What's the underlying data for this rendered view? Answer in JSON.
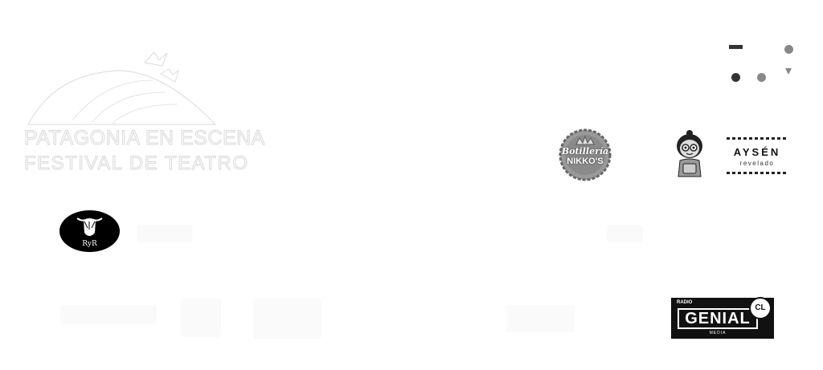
{
  "logos": {
    "festival": {
      "line1": "PATAGONIA EN ESCENA",
      "line2": "FESTIVAL DE TEATRO",
      "birds_icon": "birds-icon",
      "building_icon": "theater-building-icon"
    },
    "botilleria": {
      "line1": "Botillería",
      "line2": "NIKKO'S",
      "icon": "crown-bottle-cap-icon"
    },
    "aysen": {
      "line1": "AYSÉN",
      "line2": "revelado",
      "icon": "film-strip-icon"
    },
    "character": {
      "icon": "cartoon-girl-icon"
    },
    "ryr": {
      "text": "RyR",
      "icon": "highland-cow-icon"
    },
    "genial": {
      "brand": "GENIAL",
      "badge": "CL",
      "top": "RADIO",
      "bottom": "MEDIA"
    }
  },
  "colors": {
    "background": "#ffffff",
    "dark": "#111111",
    "gray": "#777777"
  }
}
